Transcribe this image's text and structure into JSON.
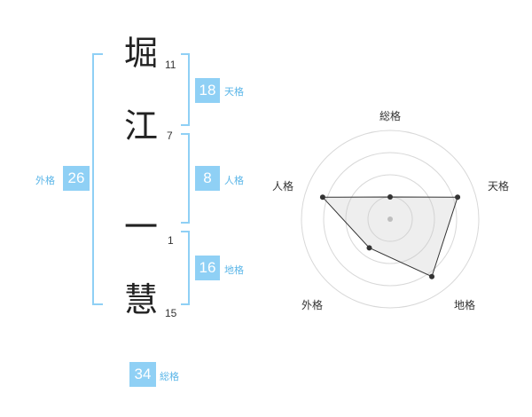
{
  "name": {
    "chars": [
      {
        "char": "堀",
        "strokes": "11"
      },
      {
        "char": "江",
        "strokes": "7"
      },
      {
        "char": "一",
        "strokes": "1"
      },
      {
        "char": "慧",
        "strokes": "15"
      }
    ]
  },
  "kakusu": {
    "tenkaku": {
      "value": "18",
      "label": "天格"
    },
    "jinkaku": {
      "value": "8",
      "label": "人格"
    },
    "chikaku": {
      "value": "16",
      "label": "地格"
    },
    "gaikaku": {
      "value": "26",
      "label": "外格"
    },
    "soukaku": {
      "value": "34",
      "label": "総格"
    }
  },
  "colors": {
    "accent": "#8fd0f5",
    "accent_text": "#5bb6e8"
  },
  "chart_data": {
    "type": "radar",
    "axes": [
      "総格",
      "天格",
      "地格",
      "外格",
      "人格"
    ],
    "values": [
      0.25,
      0.8,
      0.8,
      0.4,
      0.8
    ],
    "rings": 4,
    "range": [
      0,
      1
    ]
  }
}
